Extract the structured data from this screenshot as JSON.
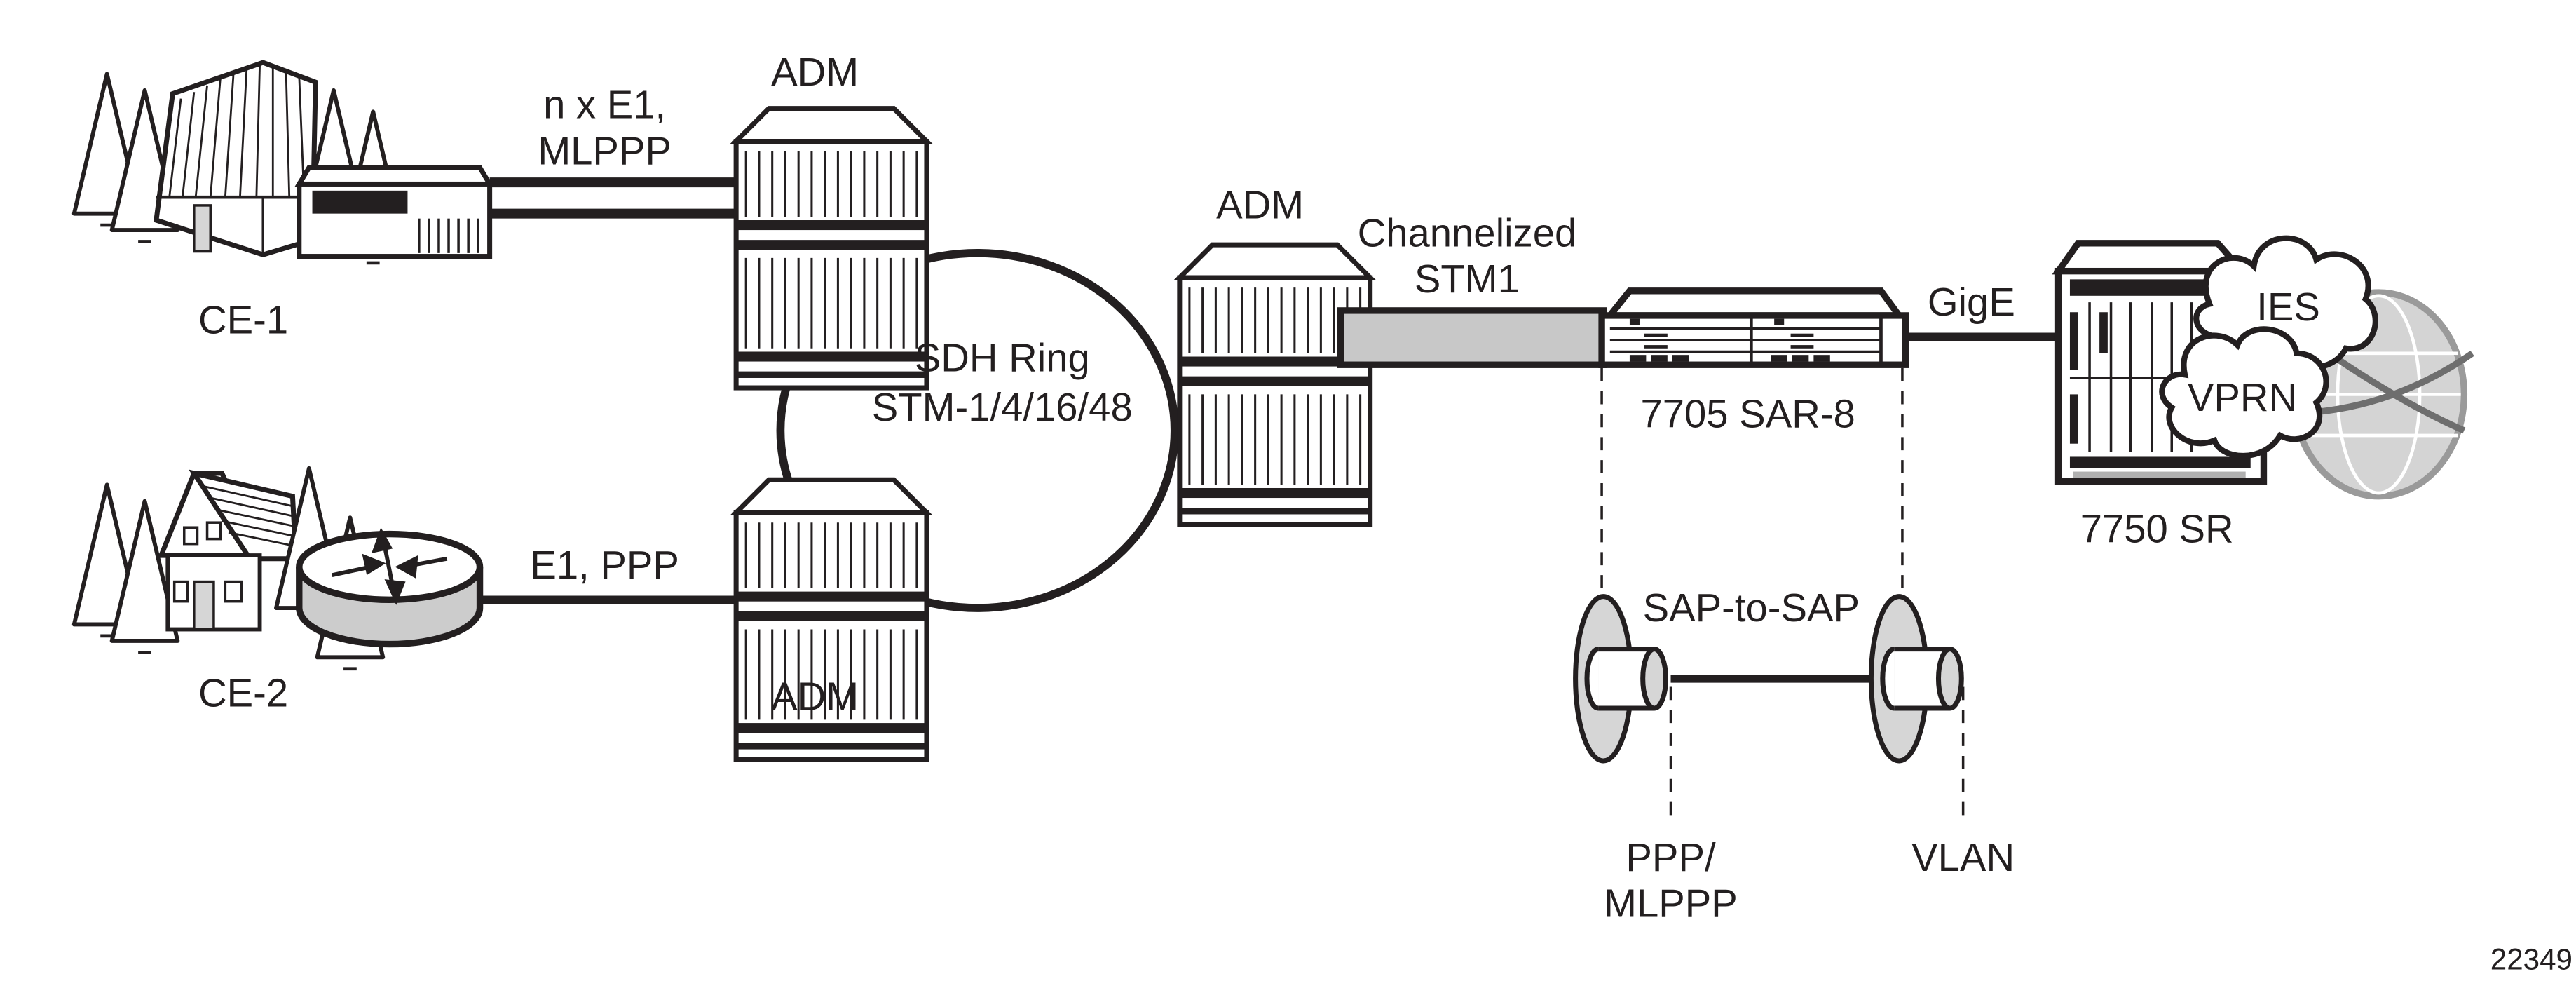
{
  "figure_id": "22349",
  "labels": {
    "ce1": "CE-1",
    "ce2": "CE-2",
    "link_ce1": [
      "n x E1,",
      "MLPPP"
    ],
    "link_ce2": "E1, PPP",
    "adm_top": "ADM",
    "adm_bottom": "ADM",
    "adm_right": "ADM",
    "ring": [
      "SDH Ring",
      "STM-1/4/16/48"
    ],
    "channelized": [
      "Channelized",
      "STM1"
    ],
    "sar": "7705 SAR-8",
    "gige": "GigE",
    "sr": "7750 SR",
    "ies": "IES",
    "vprn": "VPRN",
    "sap_to_sap": "SAP-to-SAP",
    "sap_left": [
      "PPP/",
      "MLPPP"
    ],
    "sap_right": "VLAN"
  },
  "colors": {
    "line": "#231f20",
    "gray_fill": "#c8c8c8",
    "light_gray": "#d6d6d6",
    "globe": "#9a9a9a"
  }
}
